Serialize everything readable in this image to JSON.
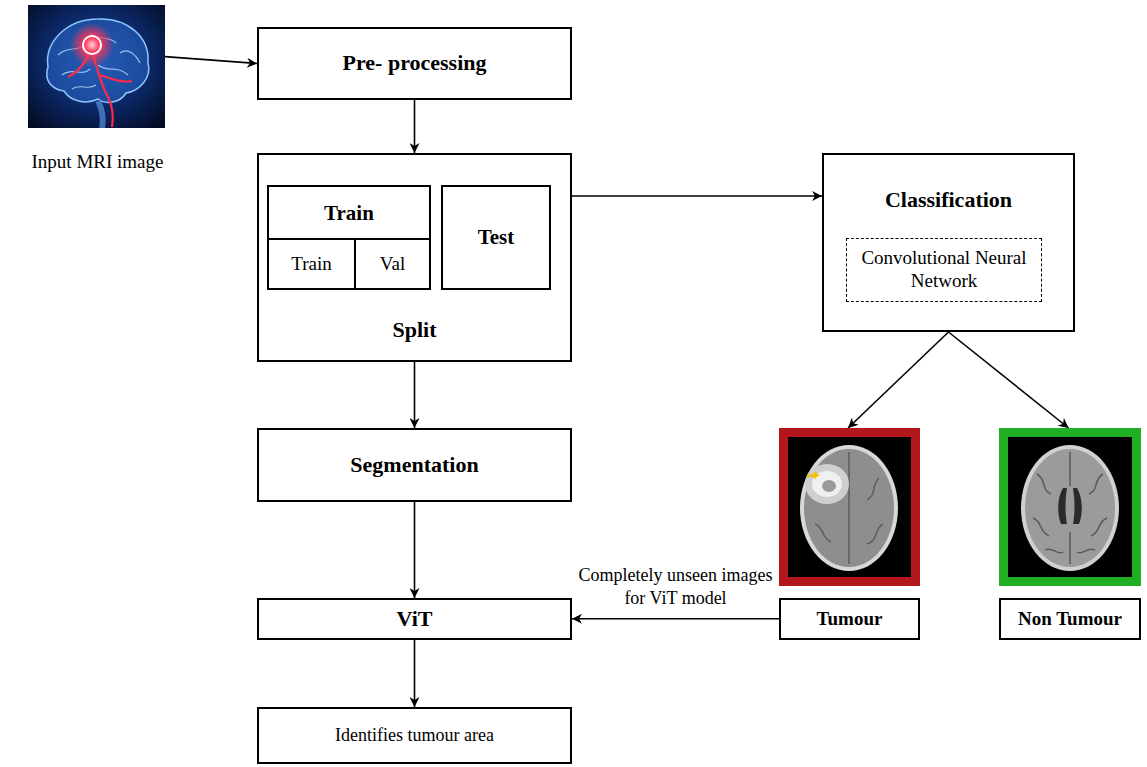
{
  "diagram": {
    "nodes": [
      {
        "text": [
          "Input MRI image"
        ]
      },
      {
        "text": [
          "Pre- processing"
        ]
      },
      {
        "text": [
          "Split"
        ]
      },
      {
        "text": [
          "Train"
        ],
        "in": 2
      },
      {
        "text": [
          "Train"
        ],
        "in": 3
      },
      {
        "text": [
          "Val"
        ],
        "in": 3
      },
      {
        "text": [
          "Test"
        ],
        "in": 2
      },
      {
        "text": [
          "Segmentation"
        ]
      },
      {
        "text": [
          "ViT"
        ]
      },
      {
        "text": [
          "Identifies tumour area"
        ]
      },
      {
        "text": [
          "Classification"
        ]
      },
      {
        "text": [
          "Convolutional Neural Network"
        ],
        "in": 10
      },
      {
        "text": [
          "Tumour"
        ]
      },
      {
        "text": [
          "Non Tumour"
        ]
      }
    ],
    "edges": [
      {
        "from": 0,
        "to": 1,
        "arrow": "to"
      },
      {
        "from": 1,
        "to": 2,
        "arrow": "to"
      },
      {
        "from": 2,
        "to": 10,
        "arrow": "to"
      },
      {
        "from": 2,
        "to": 7,
        "arrow": "to"
      },
      {
        "from": 7,
        "to": 8,
        "arrow": "to"
      },
      {
        "from": 8,
        "to": 9,
        "arrow": "to"
      },
      {
        "from": 10,
        "to": 12,
        "arrow": "to"
      },
      {
        "from": 10,
        "to": 13,
        "arrow": "to"
      },
      {
        "from": 12,
        "to": 8,
        "label": "Completely unseen images for ViT model",
        "arrow": "to"
      }
    ]
  }
}
